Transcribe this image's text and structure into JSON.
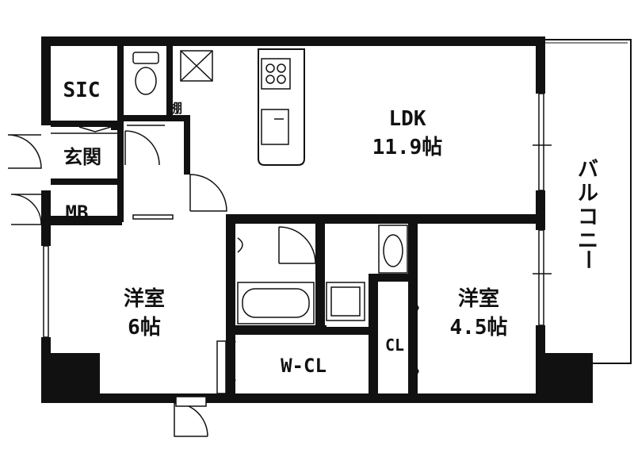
{
  "floorplan": {
    "rooms": {
      "sic": "SIC",
      "genkan": "玄関",
      "mb": "MB",
      "shelf": "棚",
      "ldk_name": "LDK",
      "ldk_size": "11.9帖",
      "western_room_1_name": "洋室",
      "western_room_1_size": "6帖",
      "western_room_2_name": "洋室",
      "western_room_2_size": "4.5帖",
      "walk_in_closet": "W-CL",
      "closet": "CL",
      "balcony": [
        "バ",
        "ル",
        "コ",
        "ニ",
        "ー"
      ]
    },
    "colors": {
      "wall": "#111111",
      "background": "#ffffff",
      "fixture_stroke": "#222222"
    }
  }
}
